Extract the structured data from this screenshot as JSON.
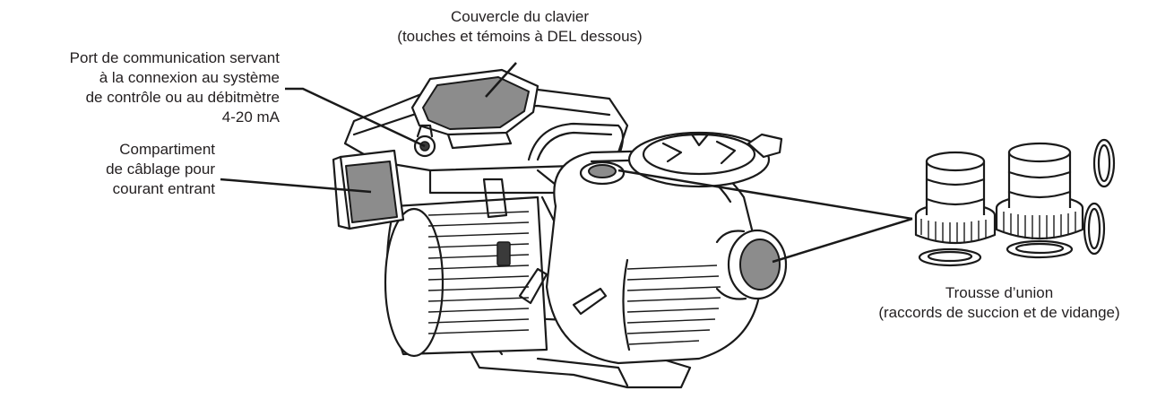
{
  "labels": {
    "port": {
      "lines": [
        "Port de communication servant",
        "à la connexion au système",
        "de contrôle ou au débitmètre",
        "4-20 mA"
      ]
    },
    "keypad": {
      "lines": [
        "Couvercle du clavier",
        "(touches et témoins à DEL dessous)"
      ]
    },
    "wiring": {
      "lines": [
        "Compartiment",
        "de câblage pour",
        "courant entrant"
      ]
    },
    "union": {
      "lines": [
        "Trousse d’union",
        "(raccords de succion et de vidange)"
      ]
    }
  },
  "colors": {
    "line": "#1a1a1a",
    "highlight_gray": "#8c8c8c",
    "text": "#231f20"
  }
}
